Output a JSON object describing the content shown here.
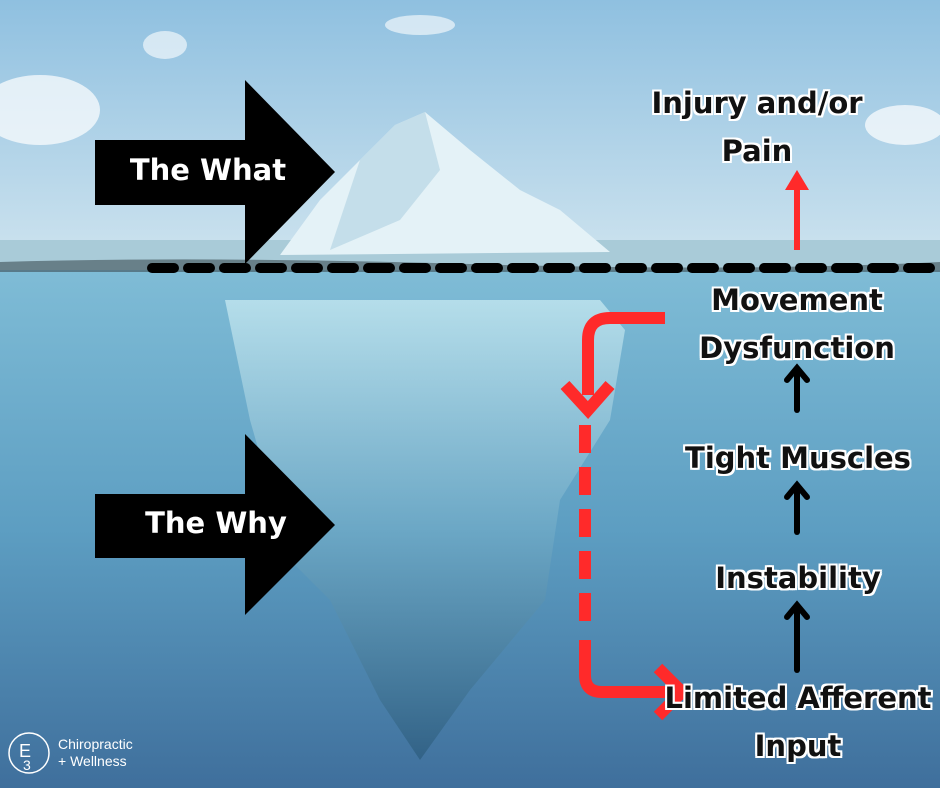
{
  "arrows_left": {
    "what": "The What",
    "why": "The Why"
  },
  "chain": {
    "top": "Injury and/or Pain",
    "movement": "Movement Dysfunction",
    "tight": "Tight Muscles",
    "instability": "Instability",
    "afferent": "Limited Afferent Input"
  },
  "logo": {
    "mark": "E3",
    "line1": "Chiropractic",
    "line2": "+ Wellness"
  },
  "colors": {
    "red": "#ff2a2a",
    "black": "#000000"
  }
}
